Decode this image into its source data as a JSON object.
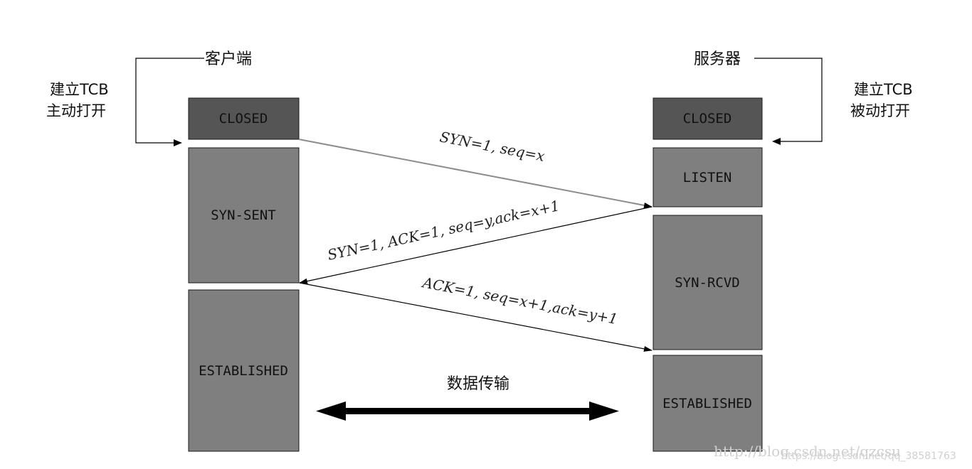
{
  "client": {
    "title": "客户端",
    "action_line1": "建立TCB",
    "action_line2": "主动打开",
    "states": [
      "CLOSED",
      "SYN-SENT",
      "ESTABLISHED"
    ]
  },
  "server": {
    "title": "服务器",
    "action_line1": "建立TCB",
    "action_line2": "被动打开",
    "states": [
      "CLOSED",
      "LISTEN",
      "SYN-RCVD",
      "ESTABLISHED"
    ]
  },
  "messages": {
    "syn": "SYN=1, seq=x",
    "syn_ack": "SYN=1, ACK=1, seq=y,ack=x+1",
    "ack": "ACK=1, seq=x+1,ack=y+1"
  },
  "data_transfer": "数据传输",
  "watermark": {
    "url": "http://blog.csdn.net/qzcsu",
    "small": "https://blog.csdn.net/qq_38581763"
  },
  "colors": {
    "closed_fill": "#555555",
    "state_fill": "#7f7f7f",
    "line": "#000000",
    "syn_line": "#8c8c8c"
  }
}
